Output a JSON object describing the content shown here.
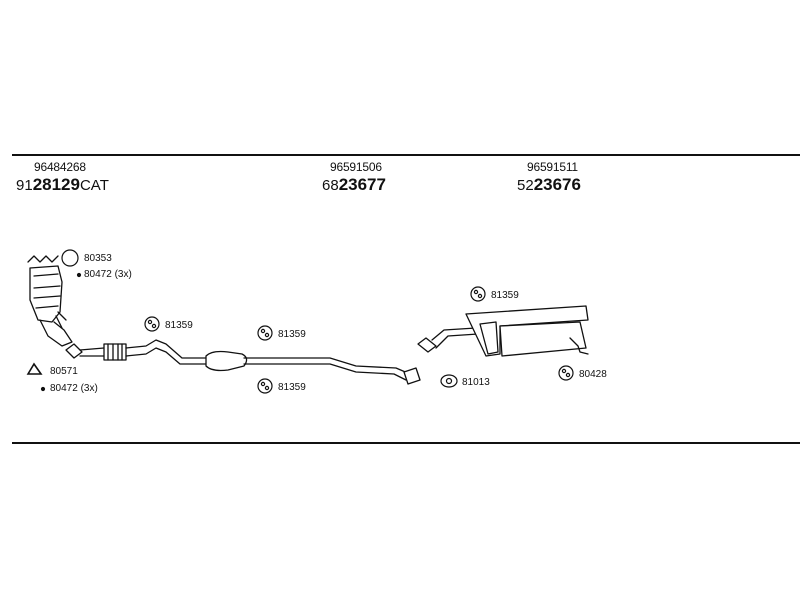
{
  "groups": [
    {
      "part_number": "96484268",
      "ref_prefix": "91",
      "ref_bold": "28129",
      "ref_suffix": "CAT"
    },
    {
      "part_number": "96591506",
      "ref_prefix": "68",
      "ref_bold": "23677",
      "ref_suffix": ""
    },
    {
      "part_number": "96591511",
      "ref_prefix": "52",
      "ref_bold": "23676",
      "ref_suffix": ""
    }
  ],
  "parts": {
    "ring_80353": "80353",
    "bolt_80472_top": "80472 (3x)",
    "gasket_80571": "80571",
    "bolt_80472_bottom": "80472 (3x)",
    "hanger_81359_a": "81359",
    "hanger_81359_b": "81359",
    "hanger_81359_c": "81359",
    "hanger_81359_d": "81359",
    "gasket_81013": "81013",
    "clamp_80428": "80428"
  }
}
